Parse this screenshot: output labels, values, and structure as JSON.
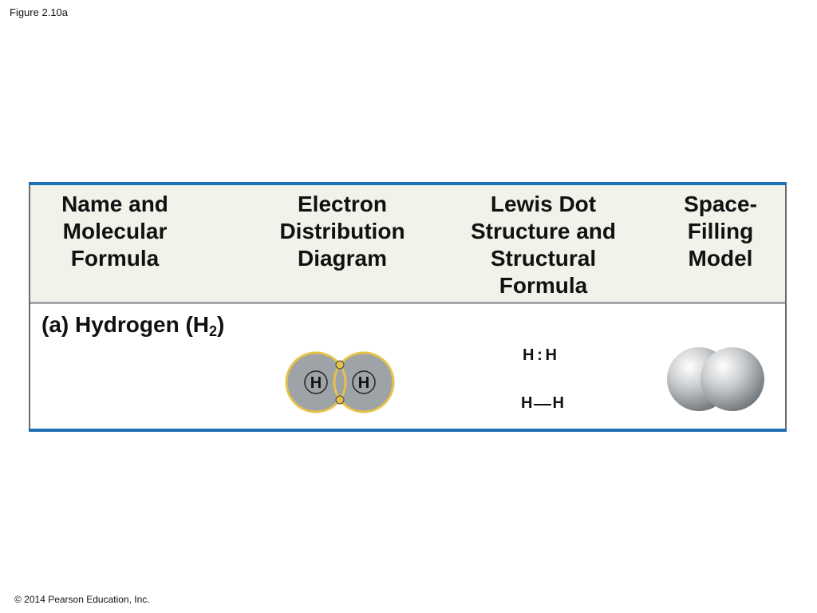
{
  "figure_label": "Figure 2.10a",
  "copyright": "© 2014 Pearson Education, Inc.",
  "table": {
    "headers": [
      "Name and\nMolecular\nFormula",
      "Electron\nDistribution\nDiagram",
      "Lewis Dot\nStructure and\nStructural\nFormula",
      "Space-\nFilling\nModel"
    ],
    "row": {
      "name_prefix": "(a) Hydrogen (H",
      "name_subscript": "2",
      "name_suffix": ")",
      "electron_atom_left": "H",
      "electron_atom_right": "H",
      "lewis_left": "H",
      "lewis_sep": ":",
      "lewis_right": "H",
      "structural_left": "H",
      "structural_right": "H"
    }
  },
  "colors": {
    "rule": "#1f6fb5",
    "header_bg": "#f2f1ea",
    "electron_shell": "#e5c24a",
    "atom_gray": "#9ea3a8"
  }
}
